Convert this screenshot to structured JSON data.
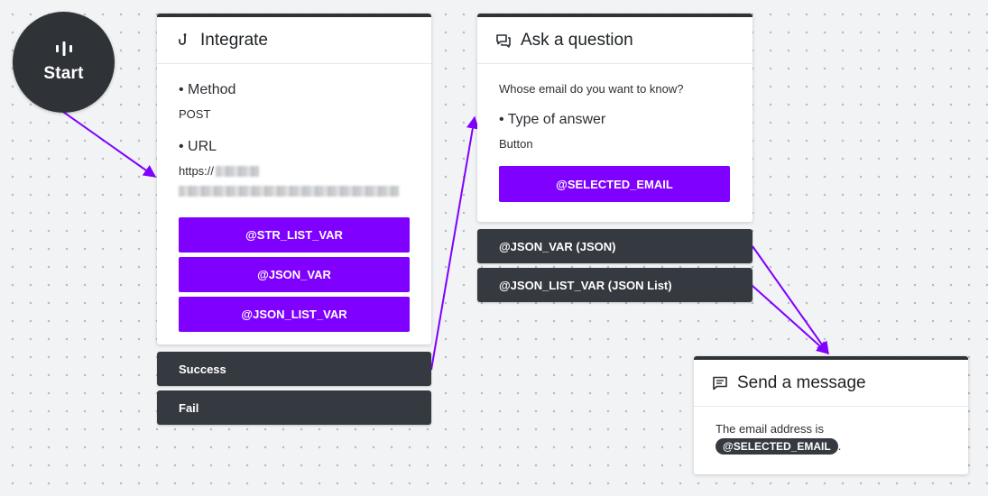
{
  "start": {
    "label": "Start",
    "icon": "bar-chart-icon"
  },
  "integrate": {
    "title": "Integrate",
    "icon": "integration-hook-icon",
    "method_title": "• Method",
    "method_value": "POST",
    "url_title": "• URL",
    "url_prefix": "https://",
    "buttons": [
      "@STR_LIST_VAR",
      "@JSON_VAR",
      "@JSON_LIST_VAR"
    ],
    "outputs": [
      "Success",
      "Fail"
    ]
  },
  "question": {
    "title": "Ask a question",
    "icon": "chat-bubbles-icon",
    "prompt": "Whose email do you want to know?",
    "answer_type_title": "• Type of answer",
    "answer_type_value": "Button",
    "button": "@SELECTED_EMAIL",
    "outputs": [
      "@JSON_VAR (JSON)",
      "@JSON_LIST_VAR (JSON List)"
    ]
  },
  "message": {
    "title": "Send a message",
    "icon": "message-icon",
    "text": "The email address is",
    "variable": "@SELECTED_EMAIL",
    "trailing": "."
  },
  "colors": {
    "accent": "#7f00ff",
    "dark": "#353a40",
    "connector": "#7f00ff",
    "canvas": "#f1f3f5"
  }
}
